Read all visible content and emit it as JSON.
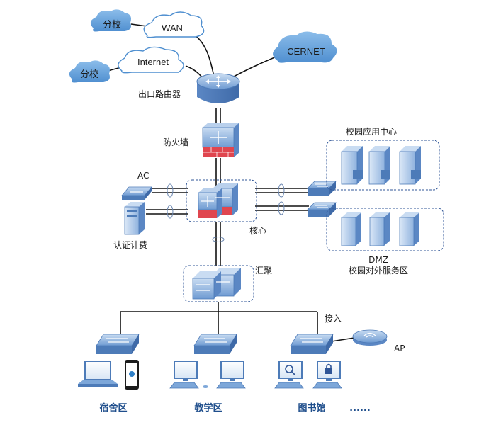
{
  "clouds": {
    "branch_top": "分校",
    "wan": "WAN",
    "cernet": "CERNET",
    "internet": "Internet",
    "branch_left": "分校"
  },
  "labels": {
    "router": "出口路由器",
    "firewall": "防火墙",
    "campus_app_center": "校园应用中心",
    "ac": "AC",
    "auth_billing": "认证计费",
    "core": "核心",
    "dmz": "DMZ",
    "dmz_desc": "校园对外服务区",
    "aggregation": "汇聚",
    "access": "接入",
    "ap": "AP"
  },
  "zones": {
    "dorm": "宿舍区",
    "teaching": "教学区",
    "library": "图书馆",
    "more": "......"
  },
  "colors": {
    "device_blue": "#7da7d9",
    "device_dark": "#4d7bb8",
    "firewall_red": "#e0464f",
    "cloud_blue": "#6fa6dd",
    "line": "#111111",
    "dashed_box": "#2f5597",
    "zone_text": "#1f4e8c"
  }
}
